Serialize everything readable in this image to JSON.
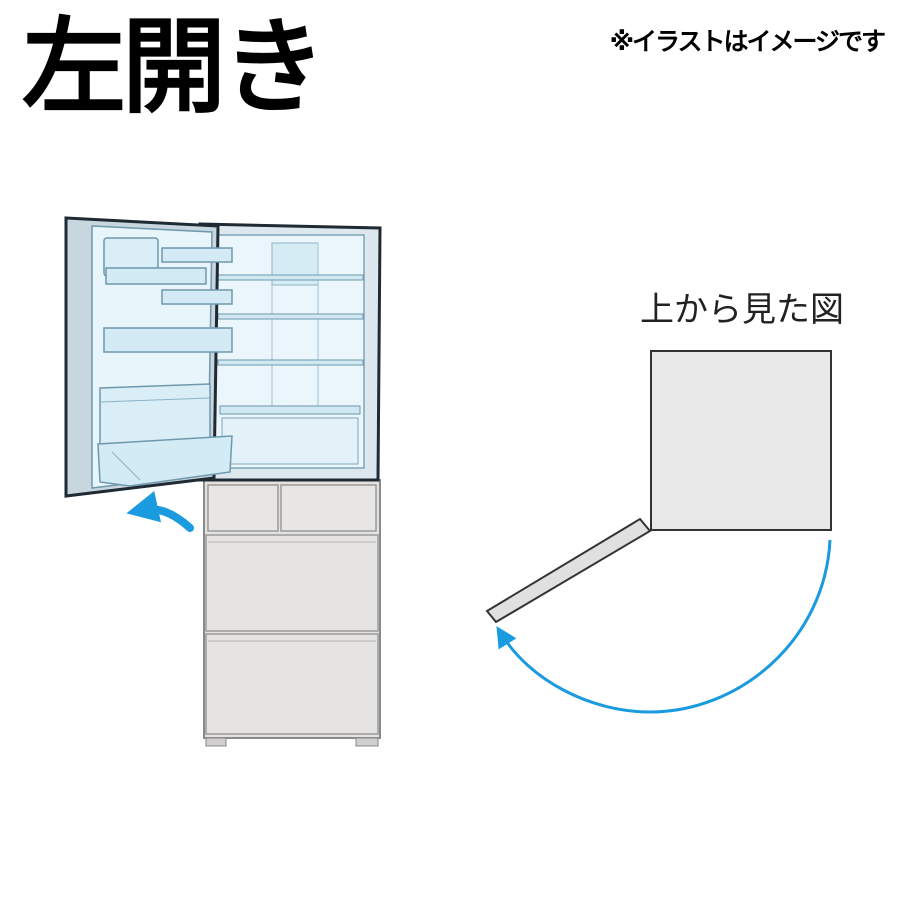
{
  "title": "左開き",
  "note": "※イラストはイメージです",
  "top_view_caption": "上から見た図",
  "colors": {
    "arrow": "#1a9be0",
    "fridge_body": "#e4e2e1",
    "interior": "#e8f5fa",
    "door_shelf": "#d9eef6",
    "top_view_body": "#e8e8e8",
    "outline": "#333333"
  },
  "icons": {
    "front_view": "open-refrigerator-illustration",
    "top_view": "refrigerator-top-view-diagram",
    "opening_direction": "curved-arrow-icon"
  }
}
